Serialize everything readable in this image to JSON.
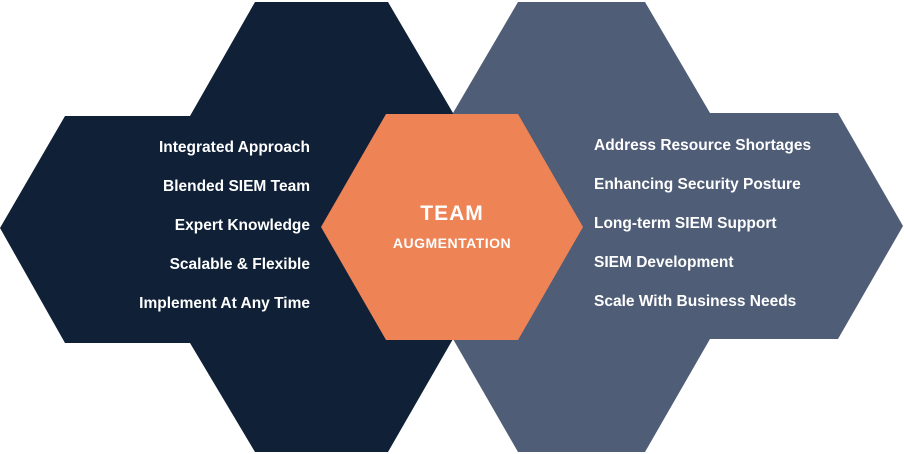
{
  "colors": {
    "left_shape": "#0f2037",
    "right_shape": "#4f5d77",
    "center_hex": "#ee8355",
    "text": "#ffffff"
  },
  "center": {
    "title": "TEAM",
    "subtitle": "AUGMENTATION"
  },
  "left_list": [
    "Integrated Approach",
    "Blended SIEM Team",
    "Expert Knowledge",
    "Scalable & Flexible",
    "Implement At Any Time"
  ],
  "right_list": [
    "Address Resource Shortages",
    "Enhancing Security Posture",
    "Long-term SIEM Support",
    "SIEM Development",
    "Scale With Business Needs"
  ]
}
